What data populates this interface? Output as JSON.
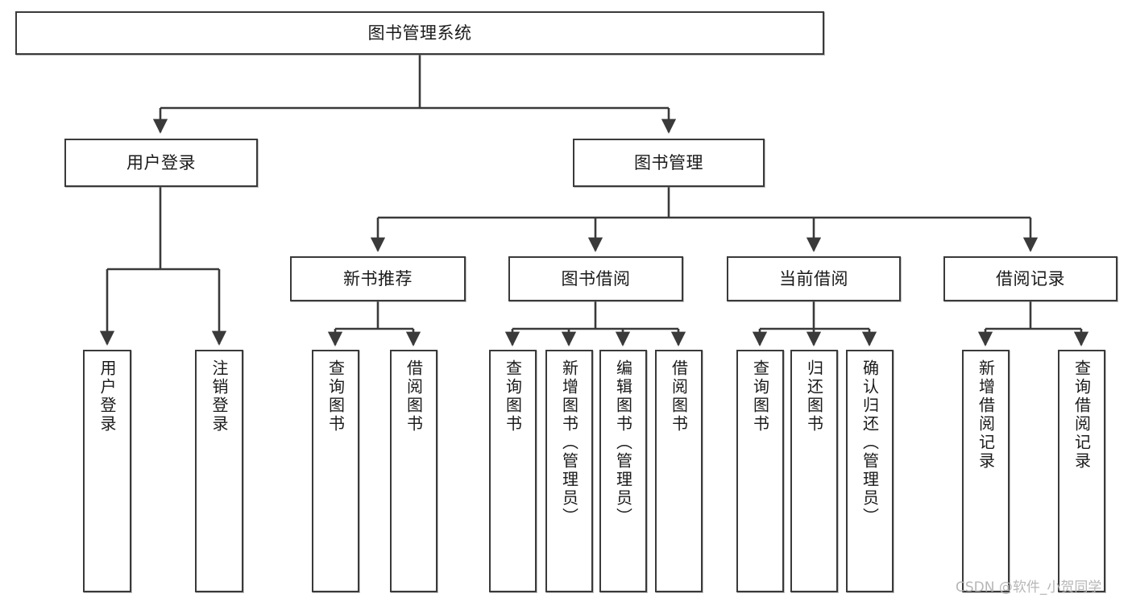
{
  "diagram": {
    "title": "图书管理系统",
    "watermark": "CSDN @软件_小贺同学",
    "theme": {
      "background": "#ffffff",
      "box_border": "#3a3a3a",
      "box_fill": "#ffffff",
      "text": "#1a1a1a",
      "connector": "#3a3a3a",
      "watermark": "#b7b7b7"
    },
    "root": {
      "label": "图书管理系统"
    },
    "level2": [
      {
        "label": "用户登录"
      },
      {
        "label": "图书管理"
      }
    ],
    "level3": [
      {
        "label": "新书推荐"
      },
      {
        "label": "图书借阅"
      },
      {
        "label": "当前借阅"
      },
      {
        "label": "借阅记录"
      }
    ],
    "leaves": {
      "user_login": [
        {
          "label": "用户登录"
        },
        {
          "label": "注销登录"
        }
      ],
      "new_book_recommend": [
        {
          "label": "查询图书"
        },
        {
          "label": "借阅图书"
        }
      ],
      "book_borrow": [
        {
          "label": "查询图书"
        },
        {
          "label": "新增图书（管理员）"
        },
        {
          "label": "编辑图书（管理员）"
        },
        {
          "label": "借阅图书"
        }
      ],
      "current_borrow": [
        {
          "label": "查询图书"
        },
        {
          "label": "归还图书"
        },
        {
          "label": "确认归还（管理员）"
        }
      ],
      "borrow_record": [
        {
          "label": "新增借阅记录"
        },
        {
          "label": "查询借阅记录"
        }
      ]
    }
  }
}
